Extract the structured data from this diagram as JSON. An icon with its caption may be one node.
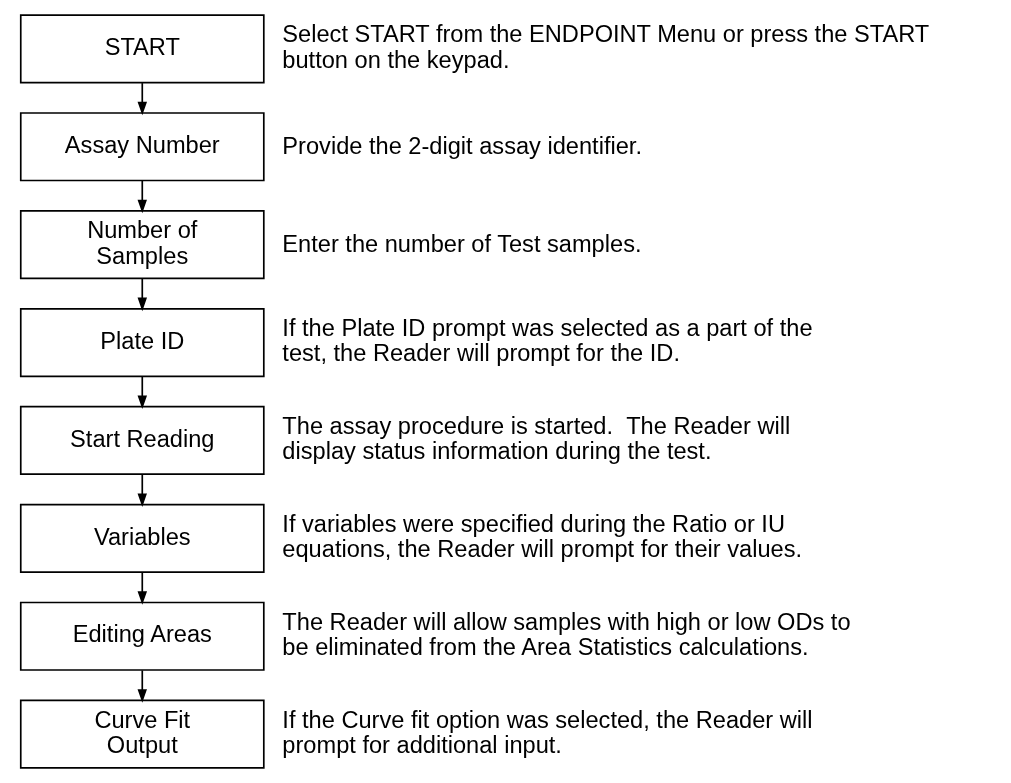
{
  "diagram": {
    "nodes": [
      {
        "text": [
          "START"
        ],
        "beside": [
          "Select START from the ENDPOINT Menu or press the START button on the keypad."
        ]
      },
      {
        "text": [
          "Assay Number"
        ],
        "beside": [
          "Provide the 2-digit assay identifier."
        ]
      },
      {
        "text": [
          "Number of Samples"
        ],
        "beside": [
          "Enter the number of Test samples."
        ]
      },
      {
        "text": [
          "Plate ID"
        ],
        "beside": [
          "If the Plate ID prompt was selected as a part of the test, the Reader will prompt for the ID."
        ]
      },
      {
        "text": [
          "Start Reading"
        ],
        "beside": [
          "The assay procedure is started.  The Reader will display status information during the test."
        ]
      },
      {
        "text": [
          "Variables"
        ],
        "beside": [
          "If variables were specified during the Ratio or IU equations, the Reader will prompt for their values."
        ]
      },
      {
        "text": [
          "Editing Areas"
        ],
        "beside": [
          "The Reader will allow samples with high or low ODs to be eliminated from the Area Statistics calculations."
        ]
      },
      {
        "text": [
          "Curve Fit Output"
        ],
        "beside": [
          "If the Curve fit option was selected, the Reader will prompt for additional input."
        ]
      }
    ],
    "edges": [
      {
        "from": 0,
        "to": 1,
        "arrow": "to"
      },
      {
        "from": 1,
        "to": 2,
        "arrow": "to"
      },
      {
        "from": 2,
        "to": 3,
        "arrow": "to"
      },
      {
        "from": 3,
        "to": 4,
        "arrow": "to"
      },
      {
        "from": 4,
        "to": 5,
        "arrow": "to"
      },
      {
        "from": 5,
        "to": 6,
        "arrow": "to"
      },
      {
        "from": 6,
        "to": 7,
        "arrow": "to"
      }
    ]
  }
}
